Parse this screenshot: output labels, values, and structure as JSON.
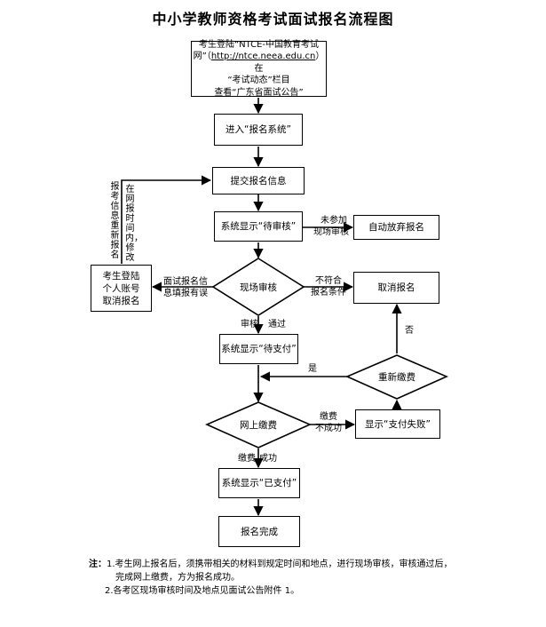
{
  "title": "中小学教师资格考试面试报名流程图",
  "start": {
    "line1": "考生登陆“NTCE-中国教育考试",
    "line2_pre": "网”（",
    "link": "http://ntce.neea.edu.cn",
    "line2_post": "）在",
    "line3": "“考试动态”栏目",
    "line4": "查看“广东省面试公告”"
  },
  "enter_system": "进入“报名系统”",
  "submit_info": "提交报名信息",
  "pending_review": "系统显示“待审核”",
  "auto_abandon": "自动放弃报名",
  "not_attend_l1": "未参加",
  "not_attend_l2": "现场审核",
  "onsite_review": "现场审核",
  "cancel": "取消报名",
  "not_meet_l1": "不符合",
  "not_meet_l2": "报名条件",
  "info_error_l1": "面试报名信",
  "info_error_l2": "息填报有误",
  "relogin_l1": "考生登陆",
  "relogin_l2": "个人账号",
  "relogin_l3": "取消报名",
  "side_col1": "在网报时间内，修改",
  "side_col2": "报考信息重新报名",
  "review_pass_a": "审核",
  "review_pass_b": "通过",
  "pending_pay": "系统显示“待支付”",
  "repay": "重新缴费",
  "yes": "是",
  "no": "否",
  "online_pay": "网上缴费",
  "pay_fail_l1": "缴费",
  "pay_fail_l2": "不成功",
  "show_fail": "显示“支付失败”",
  "pay_success_a": "缴费",
  "pay_success_b": "成功",
  "paid": "系统显示“已支付”",
  "done": "报名完成",
  "note_label": "注：",
  "note1_l1": "1.考生网上报名后，须携带相关的材料到规定时间和地点，进行现场审核，审核通过后，",
  "note1_l2": "完成网上缴费，方为报名成功。",
  "note2": "2.各考区现场审核时间及地点见面试公告附件 1。"
}
